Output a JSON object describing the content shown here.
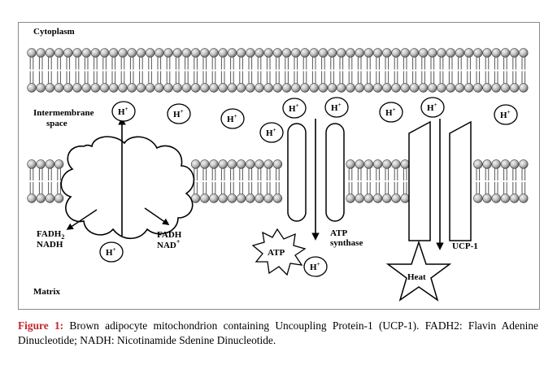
{
  "labels": {
    "cytoplasm": "Cytoplasm",
    "intermembrane_line1": "Intermembrane",
    "intermembrane_line2": "space",
    "matrix": "Matrix",
    "fadh2": "FADH",
    "fadh2_sub": "2",
    "nadh_left": "NADH",
    "fadh_right": "FADH",
    "nad_right": "NAD",
    "nad_sup": "+",
    "atp": "ATP",
    "atp_synthase_line1": "ATP",
    "atp_synthase_line2": "synthase",
    "ucp1": "UCP-1",
    "heat": "Heat"
  },
  "proton": {
    "base": "H",
    "charge": "+"
  },
  "caption": {
    "label": "Figure 1:",
    "text": " Brown adipocyte mitochondrion containing Uncoupling Protein-1 (UCP-1). FADH2: Flavin Adenine Dinucleotide; NADH: Nicotinamide Sdenine Dinucleotide."
  },
  "colors": {
    "lipid_head_light": "#f2f2f2",
    "lipid_head_dark": "#6e6e6e",
    "lipid_tail": "#555555",
    "frame_border": "#8a8a8a",
    "caption_label": "#c0262c"
  }
}
